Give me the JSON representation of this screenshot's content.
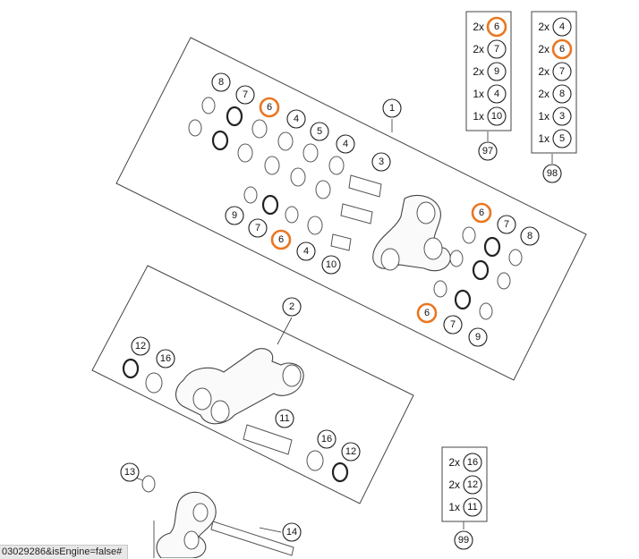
{
  "accent_color": "#e87722",
  "callouts": {
    "main_assembly": "1",
    "linkage_lever": "2",
    "sleeve_3": "3",
    "main": [
      {
        "label": "8",
        "hl": false
      },
      {
        "label": "7",
        "hl": false
      },
      {
        "label": "6",
        "hl": true
      },
      {
        "label": "4",
        "hl": false
      },
      {
        "label": "5",
        "hl": false
      },
      {
        "label": "4",
        "hl": false
      },
      {
        "label": "9",
        "hl": false
      },
      {
        "label": "7",
        "hl": false
      },
      {
        "label": "6",
        "hl": true
      },
      {
        "label": "4",
        "hl": false
      },
      {
        "label": "10",
        "hl": false
      },
      {
        "label": "6",
        "hl": true
      },
      {
        "label": "7",
        "hl": false
      },
      {
        "label": "8",
        "hl": false
      },
      {
        "label": "6",
        "hl": true
      },
      {
        "label": "7",
        "hl": false
      },
      {
        "label": "9",
        "hl": false
      }
    ],
    "lever": [
      {
        "label": "12"
      },
      {
        "label": "16"
      },
      {
        "label": "11"
      },
      {
        "label": "16"
      },
      {
        "label": "12"
      }
    ],
    "bottom": [
      {
        "label": "13"
      },
      {
        "label": "14"
      }
    ]
  },
  "kits": [
    {
      "number": "97",
      "rows": [
        {
          "qty": "2x",
          "part": "6",
          "hl": true
        },
        {
          "qty": "2x",
          "part": "7",
          "hl": false
        },
        {
          "qty": "2x",
          "part": "9",
          "hl": false
        },
        {
          "qty": "1x",
          "part": "4",
          "hl": false
        },
        {
          "qty": "1x",
          "part": "10",
          "hl": false
        }
      ]
    },
    {
      "number": "98",
      "rows": [
        {
          "qty": "2x",
          "part": "4",
          "hl": false
        },
        {
          "qty": "2x",
          "part": "6",
          "hl": true
        },
        {
          "qty": "2x",
          "part": "7",
          "hl": false
        },
        {
          "qty": "2x",
          "part": "8",
          "hl": false
        },
        {
          "qty": "1x",
          "part": "3",
          "hl": false
        },
        {
          "qty": "1x",
          "part": "5",
          "hl": false
        }
      ]
    },
    {
      "number": "99",
      "rows": [
        {
          "qty": "2x",
          "part": "16",
          "hl": false
        },
        {
          "qty": "2x",
          "part": "12",
          "hl": false
        },
        {
          "qty": "1x",
          "part": "11",
          "hl": false
        }
      ]
    }
  ],
  "url_fragment": "03029286&isEngine=false#"
}
